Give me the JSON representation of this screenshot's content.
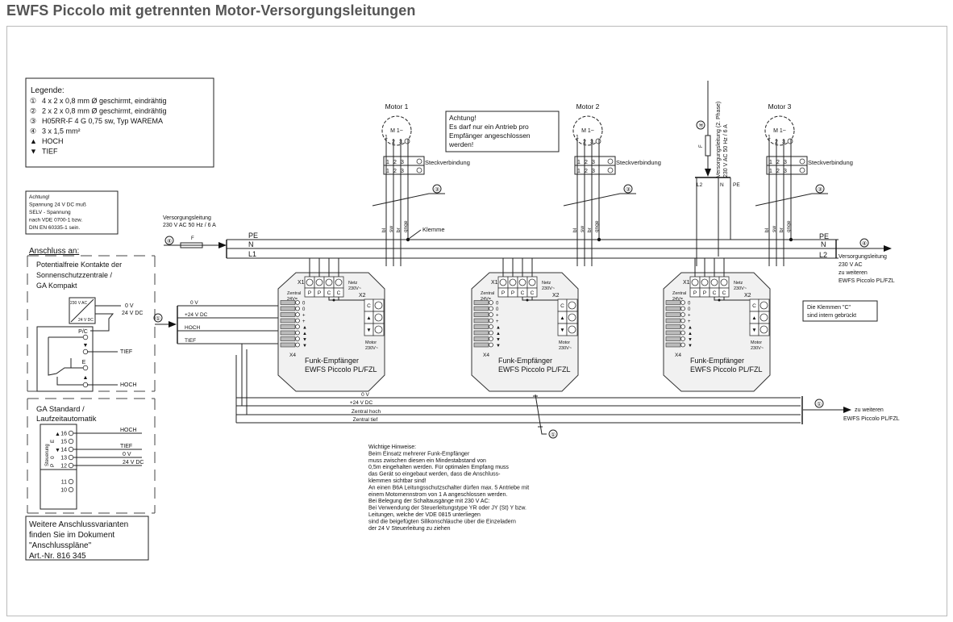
{
  "title": "EWFS Piccolo mit getrennten Motor-Versorgungsleitungen",
  "legend": {
    "heading": "Legende:",
    "items": [
      {
        "mark": "①",
        "text": "4 x 2 x 0,8 mm Ø geschirmt, eindrähtig"
      },
      {
        "mark": "②",
        "text": "2 x 2 x 0,8 mm Ø geschirmt, eindrähtig"
      },
      {
        "mark": "③",
        "text": "H05RR-F 4 G 0,75 sw, Typ WAREMA"
      },
      {
        "mark": "④",
        "text": "3 x 1,5 mm²"
      },
      {
        "mark": "▲",
        "text": "HOCH"
      },
      {
        "mark": "▼",
        "text": "TIEF"
      }
    ]
  },
  "warning_selv": [
    "Achtung!",
    "Spannung 24 V DC muß",
    "SELV - Spannung",
    "nach VDE 0700-1 bzw.",
    "DIN EN 60335-1 sein."
  ],
  "connection": {
    "heading": "Anschluss an:",
    "group1_lines": [
      "Potentialfreie Kontakte der",
      "Sonnenschutzzentrale /",
      "GA Kompakt"
    ],
    "psu_in": "230 V AC",
    "psu_out": "24 V DC",
    "out_0v": "0 V",
    "out_24v": "24 V DC",
    "pc": "P/C",
    "e": "E",
    "tief": "TIEF",
    "hoch": "HOCH",
    "group2_lines": [
      "GA Standard /",
      "Laufzeitautomatik"
    ],
    "steuerung": "Steuerung",
    "pins": [
      {
        "num": "16",
        "sym": "▲",
        "letter": "",
        "label": "HOCH"
      },
      {
        "num": "15",
        "sym": "",
        "letter": "E",
        "label": ""
      },
      {
        "num": "14",
        "sym": "▼",
        "letter": "",
        "label": "TIEF"
      },
      {
        "num": "13",
        "sym": "",
        "letter": "0",
        "label": "0 V"
      },
      {
        "num": "12",
        "sym": "",
        "letter": "P",
        "label": "24 V DC"
      },
      {
        "num": "11",
        "sym": "",
        "letter": "",
        "label": ""
      },
      {
        "num": "10",
        "sym": "",
        "letter": "",
        "label": ""
      }
    ]
  },
  "variants_note": [
    "Weitere Anschlussvarianten",
    "finden Sie im Dokument",
    "\"Anschlusspläne\"",
    "Art.-Nr. 816 345"
  ],
  "supply1": {
    "line1": "Versorgungsleitung",
    "line2": "230 V AC 50 Hz / 6 A",
    "cable": "④",
    "fuse": "F",
    "conductors": [
      "PE",
      "N",
      "L1"
    ]
  },
  "supply2": {
    "line1": "Versorgungsleitung (2. Phase)",
    "line2": "230 V AC 50 Hz / 6 A",
    "cable": "④",
    "fuse": "F",
    "conductors": [
      "L2",
      "N",
      "PE"
    ]
  },
  "supply_out": {
    "cable": "④",
    "conductors": [
      "PE",
      "N",
      "L2"
    ],
    "lines": [
      "Versorgungsleitung",
      "230 V AC",
      "zu weiteren",
      "EWFS Piccolo PL/FZL"
    ]
  },
  "control_bus_in": {
    "cable": "①",
    "lines": [
      "0 V",
      "+24 V DC",
      "HOCH",
      "TIEF"
    ]
  },
  "central_bus": {
    "lines": [
      "0 V",
      "+24 V DC",
      "Zentral hoch",
      "Zentral tief"
    ],
    "cable": "①",
    "out_cable": "①",
    "out_lines": [
      "zu weiteren",
      "EWFS Piccolo PL/FZL"
    ]
  },
  "motors": [
    {
      "name": "Motor 1",
      "symbol": "M 1~",
      "pins": [
        "1",
        "2",
        "3"
      ],
      "connector": "Steckverbindung",
      "cable": "③",
      "wires": [
        "bl",
        "sw",
        "br",
        "gnge"
      ],
      "clamp": "Klemme"
    },
    {
      "name": "Motor 2",
      "symbol": "M 1~",
      "pins": [
        "1",
        "2",
        "3"
      ],
      "connector": "Steckverbindung",
      "cable": "③",
      "wires": [
        "bl",
        "sw",
        "br",
        "gnge"
      ]
    },
    {
      "name": "Motor 3",
      "symbol": "M 1~",
      "pins": [
        "1",
        "2",
        "3"
      ],
      "connector": "Steckverbindung",
      "cable": "③",
      "wires": [
        "bl",
        "sw",
        "br",
        "gnge"
      ]
    }
  ],
  "warning_one_drive": [
    "Achtung!",
    "Es darf nur ein Antrieb pro",
    "Empfänger angeschlossen",
    "werden!"
  ],
  "receiver": {
    "x1": "X1",
    "x2": "X2",
    "x4": "X4",
    "x1_labels": [
      "P",
      "P",
      "C",
      "C"
    ],
    "netz": [
      "Netz",
      "230V~"
    ],
    "zentral": [
      "Zentral",
      "24V="
    ],
    "x4_labels": [
      "0",
      "0",
      "+",
      "+",
      "▲",
      "▲",
      "▼",
      "▼"
    ],
    "x2_labels": [
      "C",
      "▲",
      "▼"
    ],
    "motor": [
      "Motor",
      "230V~"
    ],
    "name": [
      "Funk-Empfänger",
      "EWFS Piccolo PL/FZL"
    ]
  },
  "note_c": [
    "Die  Klemmen \"C\"",
    "sind intern gebrückt"
  ],
  "hints": [
    "Wichtige Hinweise:",
    "Beim Einsatz mehrerer Funk-Empfänger",
    "muss zwischen diesen ein Mindestabstand von",
    "0,5m eingehalten werden. Für optimalen Empfang muss",
    "das Gerät so eingebaut werden, dass die Anschluss-",
    "klemmen sichtbar sind!",
    "An einen B6A Leitungsschutzschalter dürfen max. 5 Antriebe mit",
    "einem Motornennstrom von 1 A angeschlossen werden.",
    "Bei Belegung der Schaltausgänge mit 230 V AC:",
    "Bei Verwendung der Steuerleitungstype YR oder JY (St) Y bzw.",
    "Leitungen, welche der VDE 0815 unterliegen",
    "sind die beigefügten Silikonschläuche über die Einzeladern",
    "der 24 V Steuerleitung zu ziehen"
  ]
}
